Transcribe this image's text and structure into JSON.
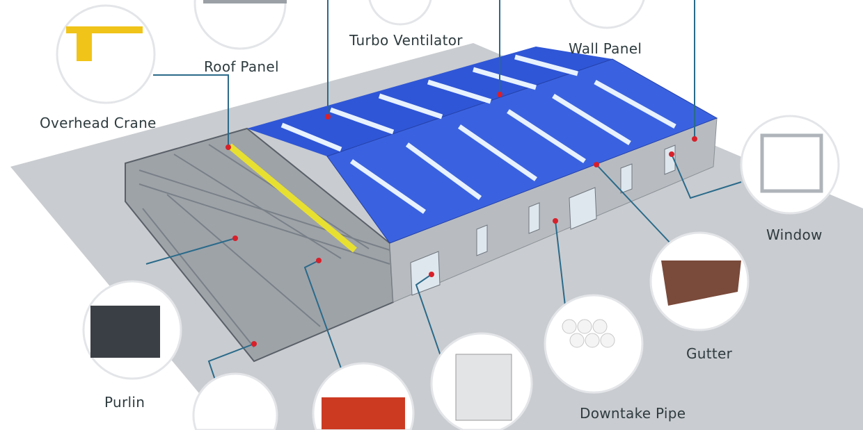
{
  "labels": {
    "roof_panel": "Roof Panel",
    "turbo_ventilator": "Turbo Ventilator",
    "wall_panel": "Wall Panel",
    "overhead_crane": "Overhead Crane",
    "window": "Window",
    "gutter": "Gutter",
    "purlin": "Purlin",
    "downtake_pipe": "Downtake Pipe"
  },
  "colors": {
    "roof": "#2f56d6",
    "ground": "#c9ccd0",
    "leader_line": "#2a6a8a",
    "marker": "#d8202a",
    "crane_beam": "#e8e030",
    "label_text": "#2e3b3f"
  }
}
